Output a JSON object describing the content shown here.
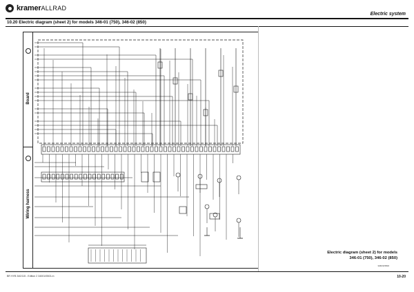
{
  "header": {
    "brand": "kramer",
    "brand_sub": "ALLRAD",
    "section": "Electric system"
  },
  "page": {
    "title": "10.20  Electric diagram (sheet 2) for models 346-01 (750), 346-02 (850)",
    "caption_line1": "Electric diagram (sheet 2) for models",
    "caption_line2": "346-01 (750), 346-02 (850)",
    "footer_left": "BR HYB 340/115 - Edition 2 34001/0503-m",
    "footer_right": "10-20"
  },
  "diagram": {
    "sections": [
      "Board",
      "Wiring harness"
    ],
    "reference_code": "3460/0/3500"
  },
  "colors": {
    "line": "#1a1a1a",
    "frame": "#222222"
  }
}
